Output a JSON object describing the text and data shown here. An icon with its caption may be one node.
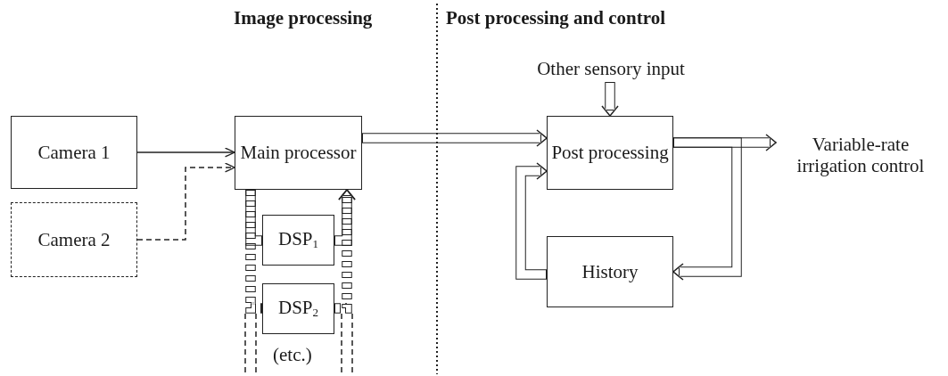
{
  "diagram": {
    "nodes": [
      {
        "text": [
          "Camera 1"
        ]
      },
      {
        "text": [
          "Camera 2"
        ]
      },
      {
        "text": [
          "Main processor"
        ]
      },
      {
        "text": [
          "DSP$_{1}$"
        ]
      },
      {
        "text": [
          "DSP$_{2}$"
        ]
      },
      {
        "text": [
          "Post processing"
        ]
      },
      {
        "text": [
          "History"
        ]
      },
      {
        "text": [
          "Other sensory input"
        ]
      },
      {
        "text": [
          "Variable-rate irrigation control"
        ]
      }
    ],
    "edges": [
      {
        "from": 0,
        "to": 2,
        "arrow": "to"
      },
      {
        "from": 1,
        "to": 2,
        "arrow": "to",
        "style": "dashed"
      },
      {
        "from": 2,
        "to": 5,
        "arrow": "to"
      },
      {
        "from": 2,
        "to": 3,
        "arrow": "none"
      },
      {
        "from": 3,
        "to": 2,
        "arrow": "to"
      },
      {
        "from": 2,
        "to": 4,
        "arrow": "none",
        "style": "dashed"
      },
      {
        "from": 4,
        "to": 2,
        "arrow": "to",
        "style": "dashed"
      },
      {
        "from": 7,
        "to": 5,
        "arrow": "to"
      },
      {
        "from": 5,
        "to": 8,
        "arrow": "to"
      },
      {
        "from": 5,
        "to": 6,
        "arrow": "to"
      },
      {
        "from": 6,
        "to": 5,
        "arrow": "to"
      }
    ],
    "labels": [
      "Image processing",
      "Post processing and control",
      "(etc.)"
    ]
  }
}
